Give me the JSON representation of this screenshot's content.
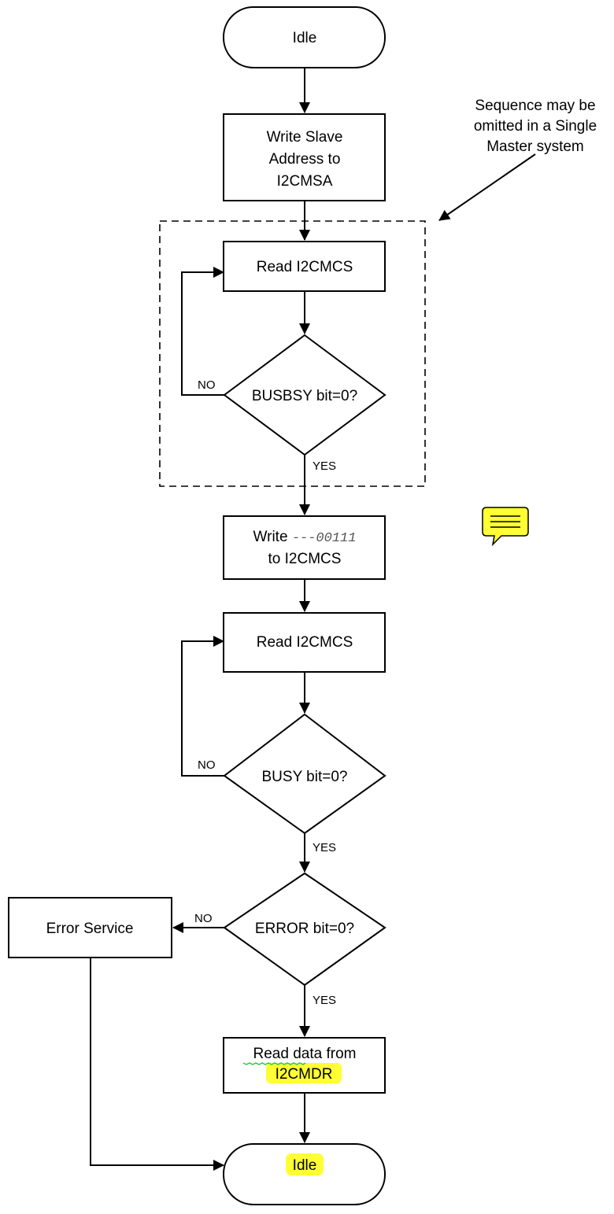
{
  "nodes": {
    "start": "Idle",
    "write_addr": [
      "Write Slave",
      "Address to",
      "I2CMSA"
    ],
    "read_cs_1": "Read I2CMCS",
    "busbsy": "BUSBSY bit=0?",
    "write_cmd_prefix": "Write ",
    "write_cmd_code": "---00111",
    "write_cmd_line2": "to I2CMCS",
    "read_cs_2": "Read I2CMCS",
    "busy": "BUSY bit=0?",
    "error": "ERROR bit=0?",
    "error_service": "Error Service",
    "read_data_line1_a": "Read data",
    "read_data_line1_b": " from",
    "read_data_line2": "I2CMDR",
    "end": "Idle"
  },
  "labels": {
    "no": "NO",
    "yes": "YES"
  },
  "note": [
    "Sequence may be",
    "omitted in a Single",
    "Master system"
  ],
  "colors": {
    "highlight": "#ffff33",
    "comment_icon": "#ffff33",
    "squiggle": "#33cc33"
  },
  "icons": {
    "comment": "comment-icon"
  }
}
